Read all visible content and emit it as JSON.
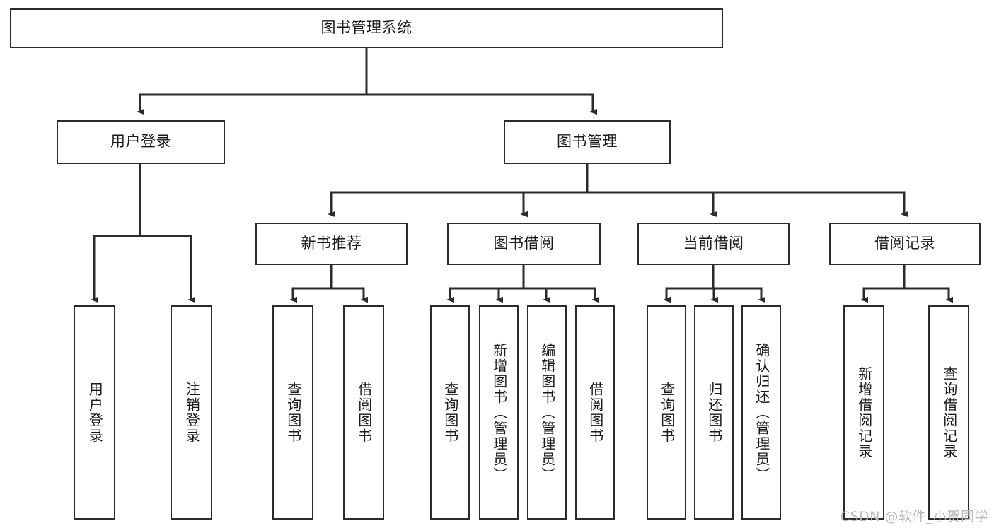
{
  "diagram": {
    "type": "tree",
    "title": "图书管理系统",
    "root": {
      "id": "root",
      "label": "图书管理系统",
      "orientation": "horizontal"
    },
    "level1": [
      {
        "id": "user-login",
        "label": "用户登录",
        "orientation": "horizontal"
      },
      {
        "id": "book-manage",
        "label": "图书管理",
        "orientation": "horizontal"
      }
    ],
    "level2": [
      {
        "id": "new-book-rec",
        "label": "新书推荐",
        "orientation": "horizontal",
        "parent": "book-manage"
      },
      {
        "id": "book-borrow",
        "label": "图书借阅",
        "orientation": "horizontal",
        "parent": "book-manage"
      },
      {
        "id": "current-borrow",
        "label": "当前借阅",
        "orientation": "horizontal",
        "parent": "book-manage"
      },
      {
        "id": "borrow-record",
        "label": "借阅记录",
        "orientation": "horizontal",
        "parent": "book-manage"
      }
    ],
    "leaves": [
      {
        "id": "leaf-user-login",
        "label": "用户登录",
        "orientation": "vertical",
        "parent": "user-login"
      },
      {
        "id": "leaf-user-logout",
        "label": "注销登录",
        "orientation": "vertical",
        "parent": "user-login"
      },
      {
        "id": "leaf-query-book-1",
        "label": "查询图书",
        "orientation": "vertical",
        "parent": "new-book-rec"
      },
      {
        "id": "leaf-borrow-book-1",
        "label": "借阅图书",
        "orientation": "vertical",
        "parent": "new-book-rec"
      },
      {
        "id": "leaf-query-book-2",
        "label": "查询图书",
        "orientation": "vertical",
        "parent": "book-borrow"
      },
      {
        "id": "leaf-add-book",
        "label": "新增图书（管理员）",
        "orientation": "vertical",
        "parent": "book-borrow"
      },
      {
        "id": "leaf-edit-book",
        "label": "编辑图书（管理员）",
        "orientation": "vertical",
        "parent": "book-borrow"
      },
      {
        "id": "leaf-borrow-book-2",
        "label": "借阅图书",
        "orientation": "vertical",
        "parent": "book-borrow"
      },
      {
        "id": "leaf-query-book-3",
        "label": "查询图书",
        "orientation": "vertical",
        "parent": "current-borrow"
      },
      {
        "id": "leaf-return-book",
        "label": "归还图书",
        "orientation": "vertical",
        "parent": "current-borrow"
      },
      {
        "id": "leaf-confirm-return",
        "label": "确认归还（管理员）",
        "orientation": "vertical",
        "parent": "current-borrow"
      },
      {
        "id": "leaf-add-record",
        "label": "新增借阅记录",
        "orientation": "vertical",
        "parent": "borrow-record"
      },
      {
        "id": "leaf-query-record",
        "label": "查询借阅记录",
        "orientation": "vertical",
        "parent": "borrow-record"
      }
    ],
    "colors": {
      "stroke": "#2b2b2b",
      "fill": "#ffffff",
      "text": "#1a1a1a",
      "watermark": "#b9b9b9"
    }
  },
  "watermark": {
    "text": "CSDN @软件_小贺同学"
  }
}
